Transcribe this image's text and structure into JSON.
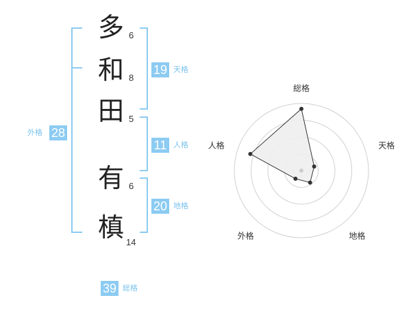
{
  "name_chars": [
    {
      "char": "多",
      "strokes": "6"
    },
    {
      "char": "和",
      "strokes": "8"
    },
    {
      "char": "田",
      "strokes": "5"
    },
    {
      "char": "有",
      "strokes": "6"
    },
    {
      "char": "槙",
      "strokes": "14"
    }
  ],
  "kakusu": {
    "tenkaku": {
      "value": "19",
      "label": "天格"
    },
    "jinkaku": {
      "value": "11",
      "label": "人格"
    },
    "chikaku": {
      "value": "20",
      "label": "地格"
    },
    "gaikaku": {
      "value": "28",
      "label": "外格"
    },
    "soukaku": {
      "value": "39",
      "label": "総格"
    }
  },
  "radar": {
    "axes": [
      "総格",
      "天格",
      "地格",
      "外格",
      "人格"
    ],
    "values": [
      0.92,
      0.2,
      0.22,
      0.15,
      0.8
    ],
    "colors": {
      "grid": "#d0d0d0",
      "fill": "#eeeeee",
      "line": "#333333",
      "point": "#333333",
      "center": "#cccccc"
    }
  },
  "colors": {
    "accent": "#8ccbf2",
    "label": "#7cc3ee"
  }
}
